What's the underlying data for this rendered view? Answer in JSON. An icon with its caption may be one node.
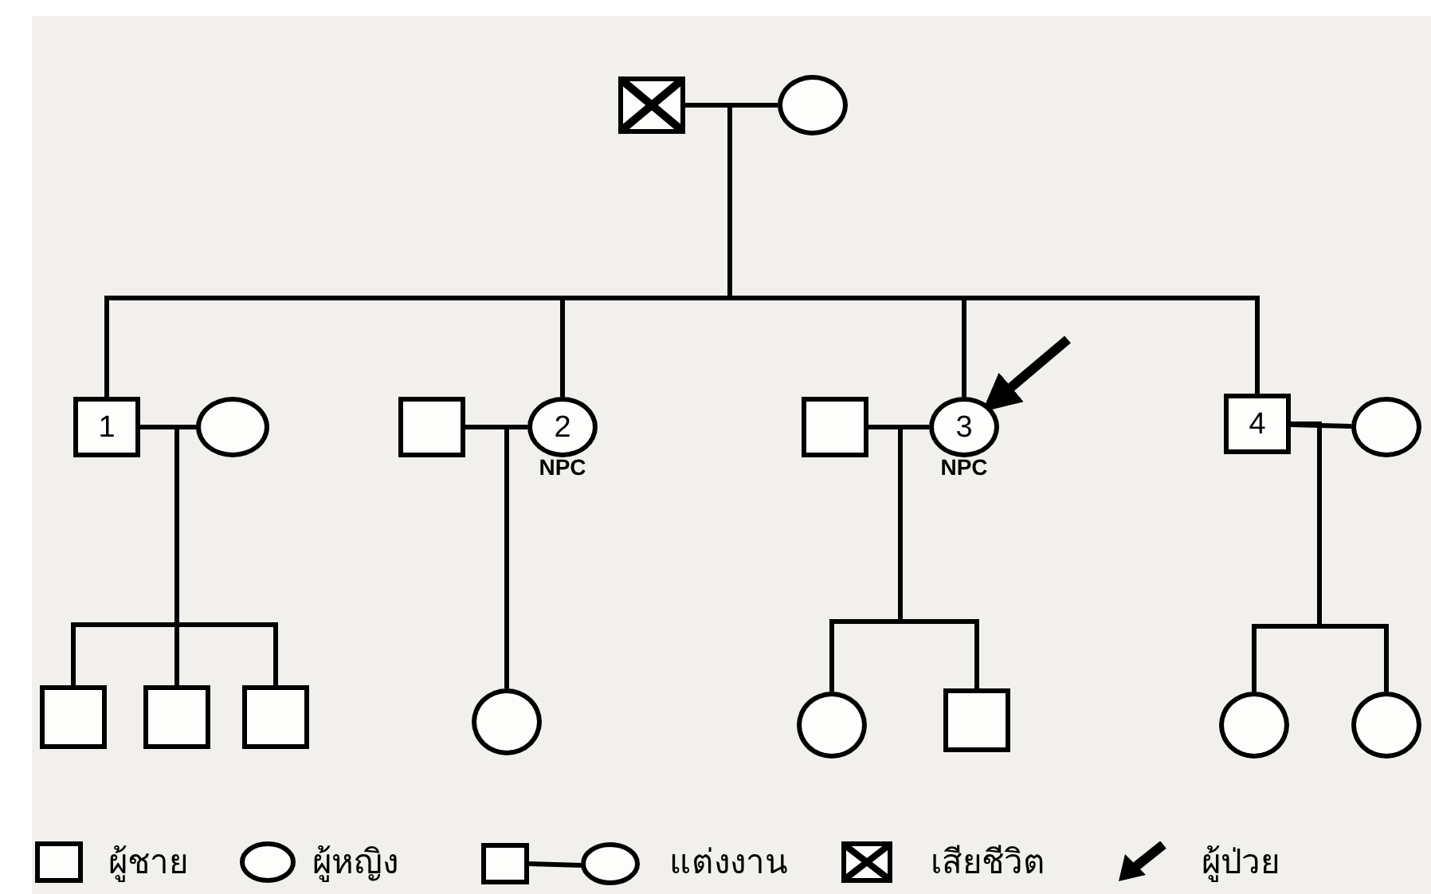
{
  "diagram": {
    "nodes": [
      {
        "text": [],
        "shape": "box"
      },
      {
        "text": [],
        "shape": "circle"
      },
      {
        "text": [
          "1"
        ]
      },
      {
        "text": [],
        "shape": "circle"
      },
      {
        "text": [],
        "shape": "box"
      },
      {
        "text": [
          "2"
        ],
        "beside": [
          "NPC"
        ]
      },
      {
        "text": [],
        "shape": "box"
      },
      {
        "text": [
          "3"
        ],
        "beside": [
          "NPC"
        ]
      },
      {
        "text": [
          "4"
        ]
      },
      {
        "text": [],
        "shape": "circle"
      },
      {
        "text": [],
        "shape": "box"
      },
      {
        "text": [],
        "shape": "box"
      },
      {
        "text": [],
        "shape": "box"
      },
      {
        "text": [],
        "shape": "circle"
      },
      {
        "text": [],
        "shape": "circle"
      },
      {
        "text": [],
        "shape": "box"
      },
      {
        "text": [],
        "shape": "circle"
      },
      {
        "text": [],
        "shape": "circle"
      }
    ],
    "edges": [
      {
        "from": 0,
        "to": 1,
        "arrow": "none"
      },
      {
        "from": 0,
        "to": 2,
        "arrow": "none"
      },
      {
        "from": 0,
        "to": 5,
        "arrow": "none"
      },
      {
        "from": 0,
        "to": 7,
        "arrow": "none"
      },
      {
        "from": 0,
        "to": 8,
        "arrow": "none"
      },
      {
        "from": 2,
        "to": 3,
        "arrow": "none"
      },
      {
        "from": 2,
        "to": 10,
        "arrow": "none"
      },
      {
        "from": 2,
        "to": 11,
        "arrow": "none"
      },
      {
        "from": 2,
        "to": 12,
        "arrow": "none"
      },
      {
        "from": 4,
        "to": 5,
        "arrow": "none"
      },
      {
        "from": 5,
        "to": 13,
        "arrow": "none"
      },
      {
        "from": 6,
        "to": 7,
        "arrow": "none"
      },
      {
        "from": 7,
        "to": 14,
        "arrow": "none"
      },
      {
        "from": 7,
        "to": 15,
        "arrow": "none"
      },
      {
        "from": 8,
        "to": 9,
        "arrow": "none"
      },
      {
        "from": 8,
        "to": 16,
        "arrow": "none"
      },
      {
        "from": 8,
        "to": 17,
        "arrow": "none"
      },
      {
        "from": null,
        "to": 7,
        "arrow": "to",
        "style": "thick"
      }
    ],
    "legend": [
      {
        "text": "ผู้ชาย"
      },
      {
        "text": "ผู้หญิง"
      },
      {
        "text": "แต่งงาน"
      },
      {
        "text": "เสียชีวิต"
      },
      {
        "text": "ผู้ป่วย"
      }
    ]
  }
}
